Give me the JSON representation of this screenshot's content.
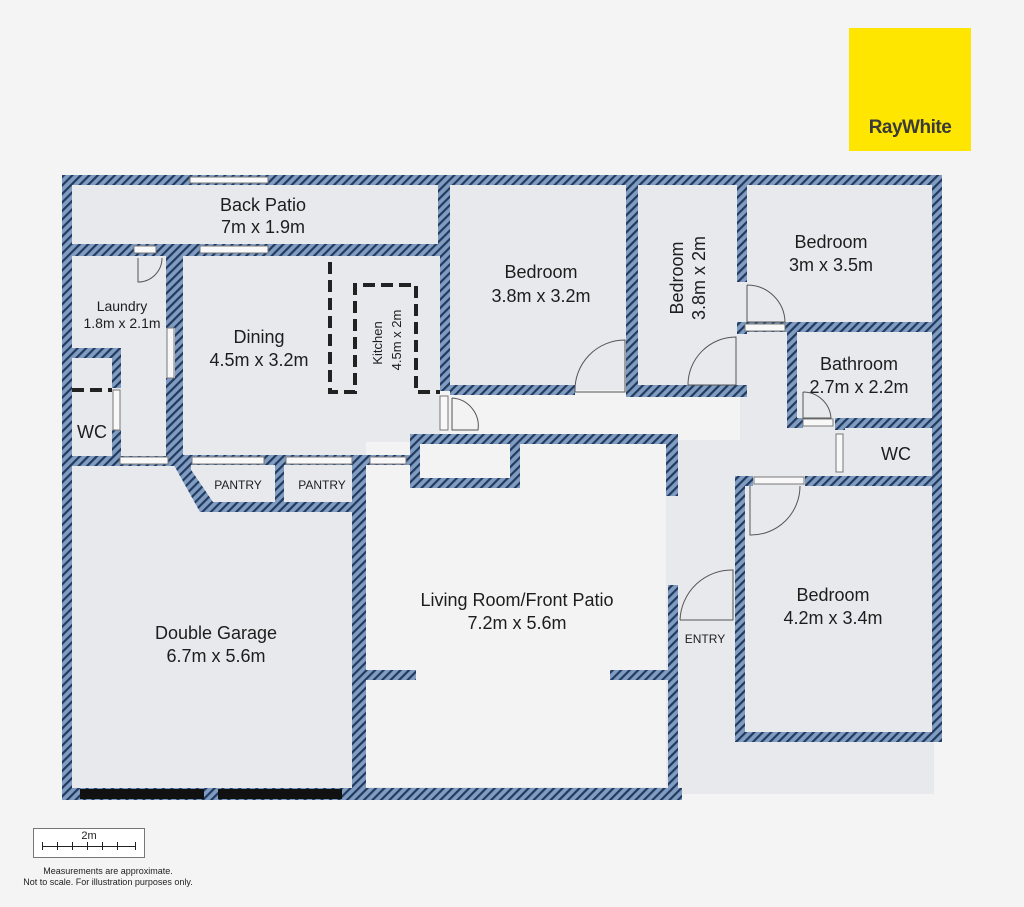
{
  "brand": {
    "logo_text": "RayWhite",
    "logo_color": "#ffe600"
  },
  "colors": {
    "wall": "#7f9cc3",
    "floor": "#e8e9ec",
    "background": "#f4f4f4"
  },
  "rooms": {
    "back_patio": {
      "name": "Back Patio",
      "size": "7m x 1.9m"
    },
    "laundry": {
      "name": "Laundry",
      "size": "1.8m x 2.1m"
    },
    "dining": {
      "name": "Dining",
      "size": "4.5m x 3.2m"
    },
    "kitchen": {
      "name": "Kitchen",
      "size": "4.5m x 2m"
    },
    "bedroom1": {
      "name": "Bedroom",
      "size": "3.8m x 3.2m"
    },
    "bedroom2": {
      "name": "Bedroom",
      "size": "3.8m x 2m"
    },
    "bedroom3": {
      "name": "Bedroom",
      "size": "3m x 3.5m"
    },
    "bathroom": {
      "name": "Bathroom",
      "size": "2.7m x 2.2m"
    },
    "wc_left": {
      "name": "WC"
    },
    "wc_right": {
      "name": "WC"
    },
    "pantry1": {
      "name": "PANTRY"
    },
    "pantry2": {
      "name": "PANTRY"
    },
    "garage": {
      "name": "Double Garage",
      "size": "6.7m x 5.6m"
    },
    "living": {
      "name": "Living Room/Front Patio",
      "size": "7.2m x 5.6m"
    },
    "bedroom4": {
      "name": "Bedroom",
      "size": "4.2m x 3.4m"
    },
    "entry": {
      "name": "ENTRY"
    }
  },
  "scale": {
    "label": "2m"
  },
  "notes": {
    "line1": "Measurements are approximate.",
    "line2": "Not to scale. For illustration purposes only."
  }
}
